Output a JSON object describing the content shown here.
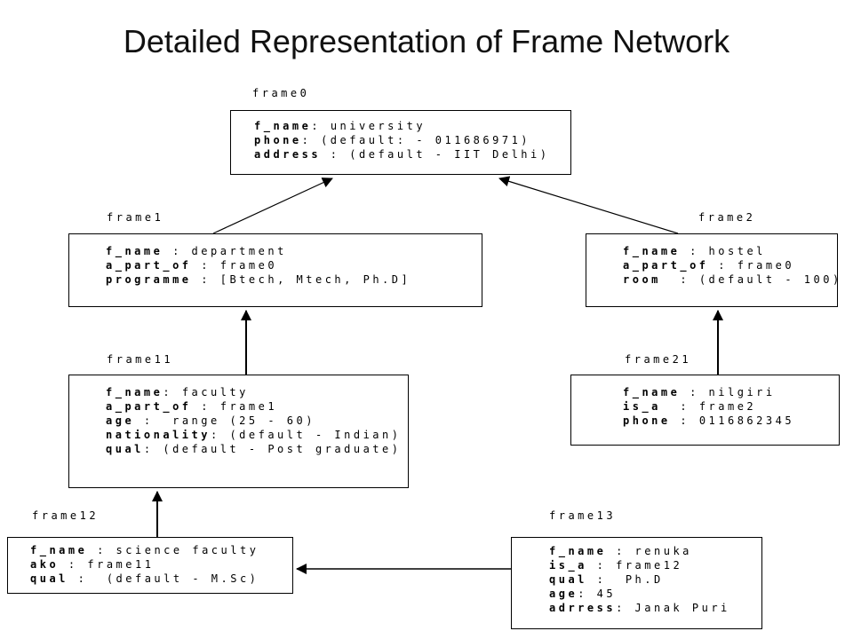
{
  "title": "Detailed Representation of Frame Network",
  "frames": {
    "frame0": {
      "label": "frame0",
      "slots": [
        {
          "key": "f_name",
          "sep": ": ",
          "value": "university"
        },
        {
          "key": "phone",
          "sep": ": ",
          "value": "(default: - 011686971)"
        },
        {
          "key": "address",
          "sep": " : ",
          "value": "(default - IIT Delhi)"
        }
      ]
    },
    "frame1": {
      "label": "frame1",
      "slots": [
        {
          "key": "f_name",
          "sep": " : ",
          "value": "department"
        },
        {
          "key": "a_part_of",
          "sep": " : ",
          "value": "frame0"
        },
        {
          "key": "programme",
          "sep": " : ",
          "value": "[Btech, Mtech, Ph.D]"
        }
      ]
    },
    "frame2": {
      "label": "frame2",
      "slots": [
        {
          "key": "f_name",
          "sep": " : ",
          "value": "hostel"
        },
        {
          "key": "a_part_of",
          "sep": " : ",
          "value": "frame0"
        },
        {
          "key": "room",
          "sep": "  : ",
          "value": "(default - 100)"
        }
      ]
    },
    "frame11": {
      "label": "frame11",
      "slots": [
        {
          "key": "f_name",
          "sep": ": ",
          "value": "faculty"
        },
        {
          "key": "a_part_of",
          "sep": " : ",
          "value": "frame1"
        },
        {
          "key": "age",
          "sep": " :  ",
          "value": "range (25 - 60)"
        },
        {
          "key": "nationality",
          "sep": ": ",
          "value": "(default - Indian)"
        },
        {
          "key": "qual",
          "sep": ": ",
          "value": "(default - Post graduate)"
        }
      ]
    },
    "frame21": {
      "label": "frame21",
      "slots": [
        {
          "key": "f_name",
          "sep": " : ",
          "value": "nilgiri"
        },
        {
          "key": "is_a",
          "sep": "  : ",
          "value": "frame2"
        },
        {
          "key": "phone",
          "sep": " : ",
          "value": "0116862345"
        }
      ]
    },
    "frame12": {
      "label": "frame12",
      "slots": [
        {
          "key": "f_name",
          "sep": " : ",
          "value": "science faculty"
        },
        {
          "key": "ako",
          "sep": " : ",
          "value": "frame11"
        },
        {
          "key": "qual",
          "sep": " :  ",
          "value": "(default - M.Sc)"
        }
      ]
    },
    "frame13": {
      "label": "frame13",
      "slots": [
        {
          "key": "f_name",
          "sep": " : ",
          "value": "renuka"
        },
        {
          "key": "is_a",
          "sep": " : ",
          "value": "frame12"
        },
        {
          "key": "qual",
          "sep": " :  ",
          "value": "Ph.D"
        },
        {
          "key": "age",
          "sep": ": ",
          "value": "45"
        },
        {
          "key": "adrress",
          "sep": ": ",
          "value": "Janak Puri"
        }
      ]
    }
  }
}
